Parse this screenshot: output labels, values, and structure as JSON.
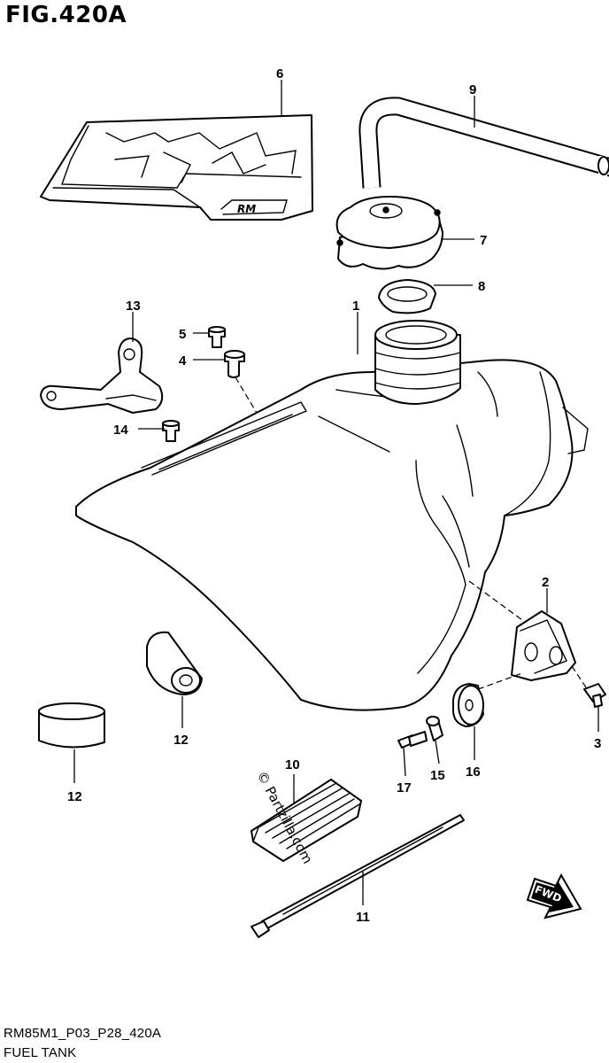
{
  "figure": {
    "title": "FIG.420A",
    "model_code": "RM85M1_P03_P28_420A",
    "section_name": "FUEL TANK"
  },
  "decal": {
    "logo_text": "RM"
  },
  "watermark": {
    "text": "© Partzilla.com"
  },
  "direction_badge": {
    "label": "FWD"
  },
  "callouts": [
    {
      "id": "c1",
      "label": "1"
    },
    {
      "id": "c2",
      "label": "2"
    },
    {
      "id": "c3",
      "label": "3"
    },
    {
      "id": "c4",
      "label": "4"
    },
    {
      "id": "c5",
      "label": "5"
    },
    {
      "id": "c6",
      "label": "6"
    },
    {
      "id": "c7",
      "label": "7"
    },
    {
      "id": "c8",
      "label": "8"
    },
    {
      "id": "c9",
      "label": "9"
    },
    {
      "id": "c10",
      "label": "10"
    },
    {
      "id": "c11",
      "label": "11"
    },
    {
      "id": "c12a",
      "label": "12"
    },
    {
      "id": "c12b",
      "label": "12"
    },
    {
      "id": "c13",
      "label": "13"
    },
    {
      "id": "c14",
      "label": "14"
    },
    {
      "id": "c15",
      "label": "15"
    },
    {
      "id": "c16",
      "label": "16"
    },
    {
      "id": "c17",
      "label": "17"
    }
  ]
}
